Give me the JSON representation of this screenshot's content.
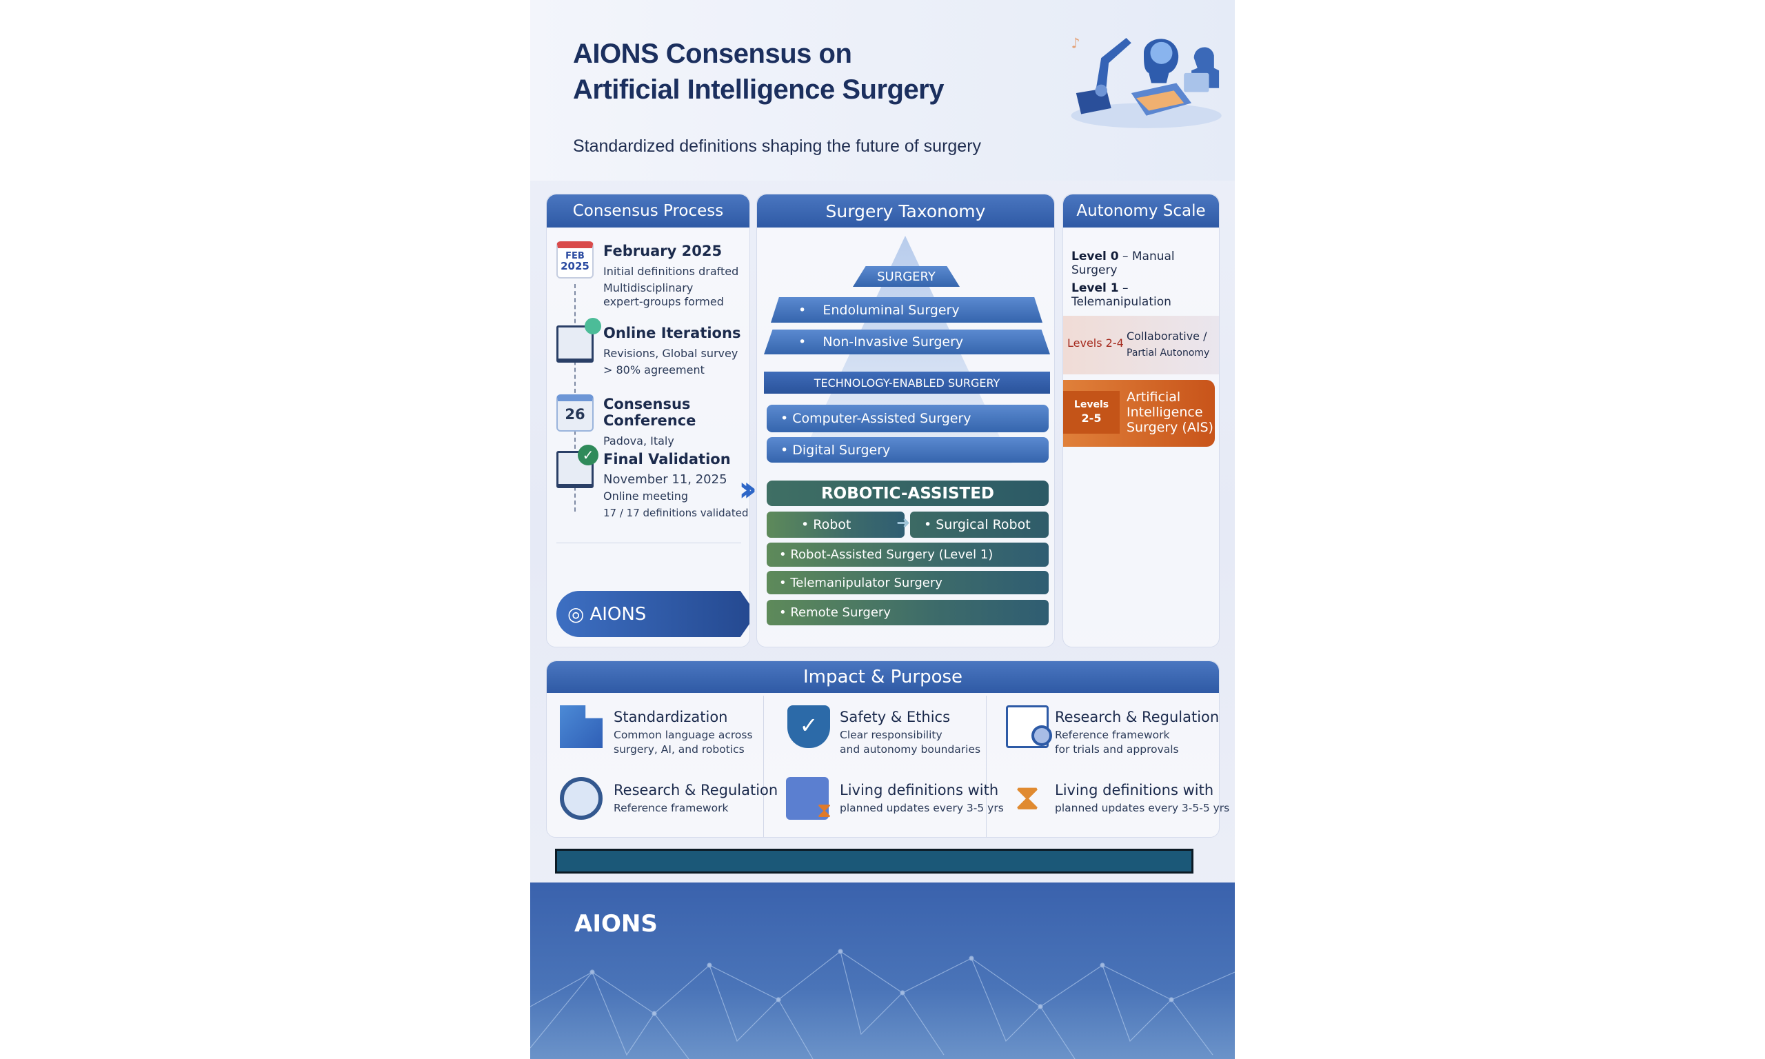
{
  "header": {
    "title_line1": "AIONS Consensus on",
    "title_line2": "Artificial Intelligence Surgery",
    "subtitle": "Standardized definitions shaping the future of surgery"
  },
  "consensus_process": {
    "heading": "Consensus Process",
    "calendar_icon": {
      "month": "FEB",
      "year": "2025",
      "day": "26"
    },
    "steps": [
      {
        "title": "February 2025",
        "lines": [
          "Initial definitions drafted",
          "Multidisciplinary",
          "expert-groups formed"
        ]
      },
      {
        "title": "Online Iterations",
        "lines": [
          "Revisions, Global survey",
          "> 80% agreement"
        ]
      },
      {
        "title": "Consensus Conference",
        "lines": [
          "Padova, Italy"
        ]
      },
      {
        "title": "Final Validation",
        "lines": [
          "November 11, 2025",
          "Online meeting",
          "17 / 17 definitions validated"
        ]
      }
    ],
    "brand_button": "AIONS"
  },
  "taxonomy": {
    "heading": "Surgery Taxonomy",
    "surgery": "SURGERY",
    "surgery_items": [
      "Endoluminal Surgery",
      "Non-Invasive Surgery"
    ],
    "tech": "TECHNOLOGY-ENABLED SURGERY",
    "tech_items": [
      "Computer-Assisted Surgery",
      "Digital Surgery"
    ],
    "robotic": "ROBOTIC-ASSISTED",
    "robot": "Robot",
    "surgical_robot": "Surgical Robot",
    "robotic_items": [
      "Robot-Assisted Surgery (Level 1)",
      "Telemanipulator Surgery",
      "Remote Surgery"
    ]
  },
  "autonomy": {
    "heading": "Autonomy Scale",
    "level0": {
      "label": "Level 0",
      "desc": "Manual Surgery"
    },
    "level1": {
      "label": "Level 1",
      "desc": "Telemanipulation"
    },
    "levels24": {
      "label": "Levels 2-4",
      "desc1": "Collaborative /",
      "desc2": "Partial Autonomy"
    },
    "levels25": {
      "label1": "Levels",
      "label2": "2-5",
      "desc1": "Artificial",
      "desc2": "Intelligence",
      "desc3": "Surgery (AIS)"
    }
  },
  "impact": {
    "heading": "Impact & Purpose",
    "items": [
      {
        "title": "Standardization",
        "lines": [
          "Common language across",
          "surgery, AI, and robotics"
        ],
        "icon": "puzzle-icon"
      },
      {
        "title": "Safety & Ethics",
        "lines": [
          "Clear responsibility",
          "and autonomy boundaries"
        ],
        "icon": "shield-check-icon"
      },
      {
        "title": "Research & Regulation",
        "lines": [
          "Reference framework",
          "for trials and approvals"
        ],
        "icon": "document-magnifier-icon"
      },
      {
        "title": "Research & Regulation",
        "lines": [
          "Reference framework"
        ],
        "icon": "magnifier-icon"
      },
      {
        "title": "Living definitions with",
        "lines": [
          "planned updates every 3-5 yrs"
        ],
        "icon": "calendar-hourglass-icon"
      },
      {
        "title": "Living definitions with",
        "lines": [
          "planned updates every 3-5-5 yrs"
        ],
        "icon": "hourglass-icon"
      }
    ]
  },
  "footer": {
    "brand": "AIONS"
  },
  "colors": {
    "primary": "#2f5aa5",
    "green": "#3d6b6a",
    "orange": "#d0601e",
    "bar": "#1b5878",
    "footer": "#3c63a8"
  }
}
